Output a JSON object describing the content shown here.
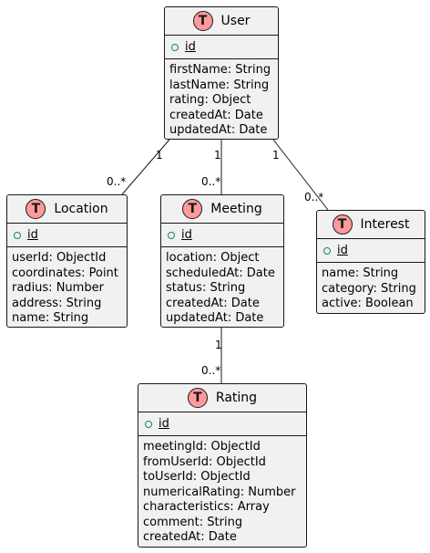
{
  "entities": {
    "user": {
      "badge": "T",
      "title": "User",
      "pk": "id",
      "fields": [
        "firstName: String",
        "lastName: String",
        "rating: Object",
        "createdAt: Date",
        "updatedAt: Date"
      ]
    },
    "location": {
      "badge": "T",
      "title": "Location",
      "pk": "id",
      "fields": [
        "userId: ObjectId",
        "coordinates: Point",
        "radius: Number",
        "address: String",
        "name: String"
      ]
    },
    "meeting": {
      "badge": "T",
      "title": "Meeting",
      "pk": "id",
      "fields": [
        "location: Object",
        "scheduledAt: Date",
        "status: String",
        "createdAt: Date",
        "updatedAt: Date"
      ]
    },
    "interest": {
      "badge": "T",
      "title": "Interest",
      "pk": "id",
      "fields": [
        "name: String",
        "category: String",
        "active: Boolean"
      ]
    },
    "rating": {
      "badge": "T",
      "title": "Rating",
      "pk": "id",
      "fields": [
        "meetingId: ObjectId",
        "fromUserId: ObjectId",
        "toUserId: ObjectId",
        "numericalRating: Number",
        "characteristics: Array",
        "comment: String",
        "createdAt: Date"
      ]
    }
  },
  "relations": [
    {
      "from": "User",
      "to": "Location",
      "from_mult": "1",
      "to_mult": "0..*"
    },
    {
      "from": "User",
      "to": "Meeting",
      "from_mult": "1",
      "to_mult": "0..*"
    },
    {
      "from": "User",
      "to": "Interest",
      "from_mult": "1",
      "to_mult": "0..*"
    },
    {
      "from": "Meeting",
      "to": "Rating",
      "from_mult": "1",
      "to_mult": "0..*"
    }
  ],
  "colors": {
    "badge_fill": "#ff9a9a",
    "box_fill": "#f1f1f1",
    "border": "#181818",
    "pk_icon": "#138a5a"
  }
}
